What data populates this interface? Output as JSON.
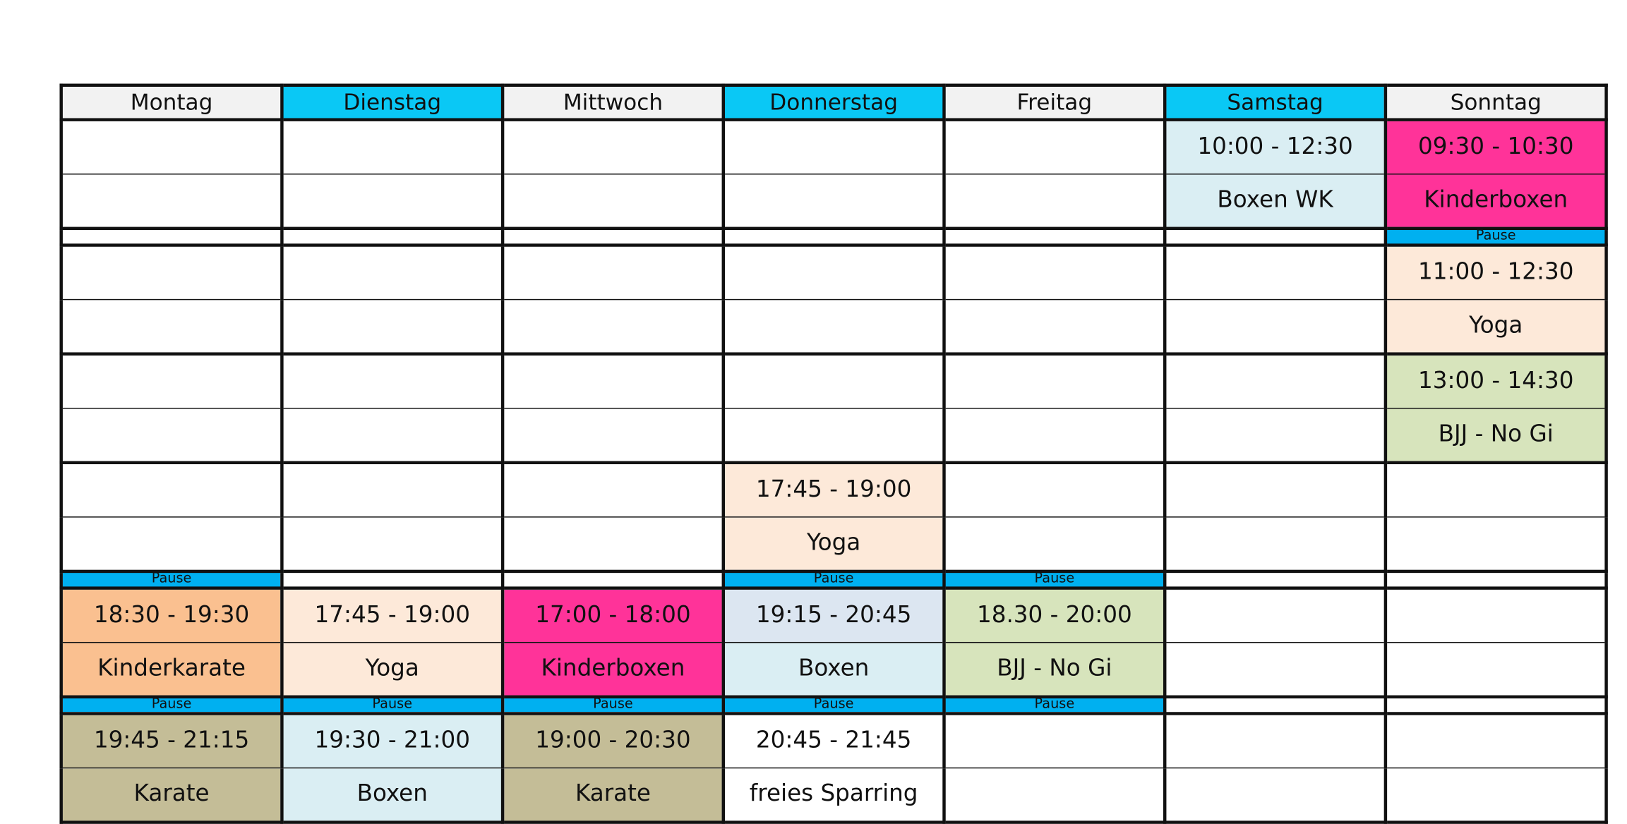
{
  "colors": {
    "header_grey": "#f2f2f2",
    "header_cyan": "#0ac8f5",
    "pause": "#00b0f0",
    "light_blue": "#daeef3",
    "pink": "#ff3399",
    "peach": "#fde9d9",
    "green": "#d7e4bc",
    "orange": "#fac090",
    "khaki": "#c4bd97",
    "steel_light": "#dce6f1",
    "white": "#ffffff"
  },
  "days": [
    "Montag",
    "Dienstag",
    "Mittwoch",
    "Donnerstag",
    "Freitag",
    "Samstag",
    "Sonntag"
  ],
  "day_colors": [
    "header_grey",
    "header_cyan",
    "header_grey",
    "header_cyan",
    "header_grey",
    "header_cyan",
    "header_grey"
  ],
  "pause_label": "Pause",
  "rows": [
    {
      "type": "session",
      "cells": [
        null,
        null,
        null,
        null,
        null,
        {
          "time": "10:00 - 12:30",
          "name": "Boxen WK",
          "color": "light_blue"
        },
        {
          "time": "09:30 - 10:30",
          "name": "Kinderboxen",
          "color": "pink"
        }
      ]
    },
    {
      "type": "pause",
      "cells": [
        false,
        false,
        false,
        false,
        false,
        false,
        true
      ]
    },
    {
      "type": "session",
      "cells": [
        null,
        null,
        null,
        null,
        null,
        null,
        {
          "time": "11:00 - 12:30",
          "name": "Yoga",
          "color": "peach"
        }
      ]
    },
    {
      "type": "session",
      "cells": [
        null,
        null,
        null,
        null,
        null,
        null,
        {
          "time": "13:00 - 14:30",
          "name": "BJJ - No Gi",
          "color": "green"
        }
      ]
    },
    {
      "type": "session",
      "cells": [
        null,
        null,
        null,
        {
          "time": "17:45 - 19:00",
          "name": "Yoga",
          "color": "peach"
        },
        null,
        null,
        null
      ]
    },
    {
      "type": "pause",
      "cells": [
        true,
        false,
        false,
        true,
        true,
        false,
        false
      ]
    },
    {
      "type": "session",
      "cells": [
        {
          "time": "18:30 - 19:30",
          "name": "Kinderkarate",
          "color": "orange"
        },
        {
          "time": "17:45 - 19:00",
          "name": "Yoga",
          "color": "peach"
        },
        {
          "time": "17:00 - 18:00",
          "name": "Kinderboxen",
          "color": "pink"
        },
        {
          "time": "19:15 - 20:45",
          "name": "Boxen",
          "color": "light_blue",
          "time_color": "steel_light"
        },
        {
          "time": "18.30 - 20:00",
          "name": "BJJ - No Gi",
          "color": "green"
        },
        null,
        null
      ]
    },
    {
      "type": "pause",
      "cells": [
        true,
        true,
        true,
        true,
        true,
        false,
        false
      ]
    },
    {
      "type": "session",
      "cells": [
        {
          "time": "19:45 - 21:15",
          "name": "Karate",
          "color": "khaki"
        },
        {
          "time": "19:30 - 21:00",
          "name": "Boxen",
          "color": "light_blue"
        },
        {
          "time": "19:00 - 20:30",
          "name": "Karate",
          "color": "khaki"
        },
        {
          "time": "20:45 - 21:45",
          "name": "freies Sparring",
          "color": "white"
        },
        null,
        null,
        null
      ]
    }
  ]
}
